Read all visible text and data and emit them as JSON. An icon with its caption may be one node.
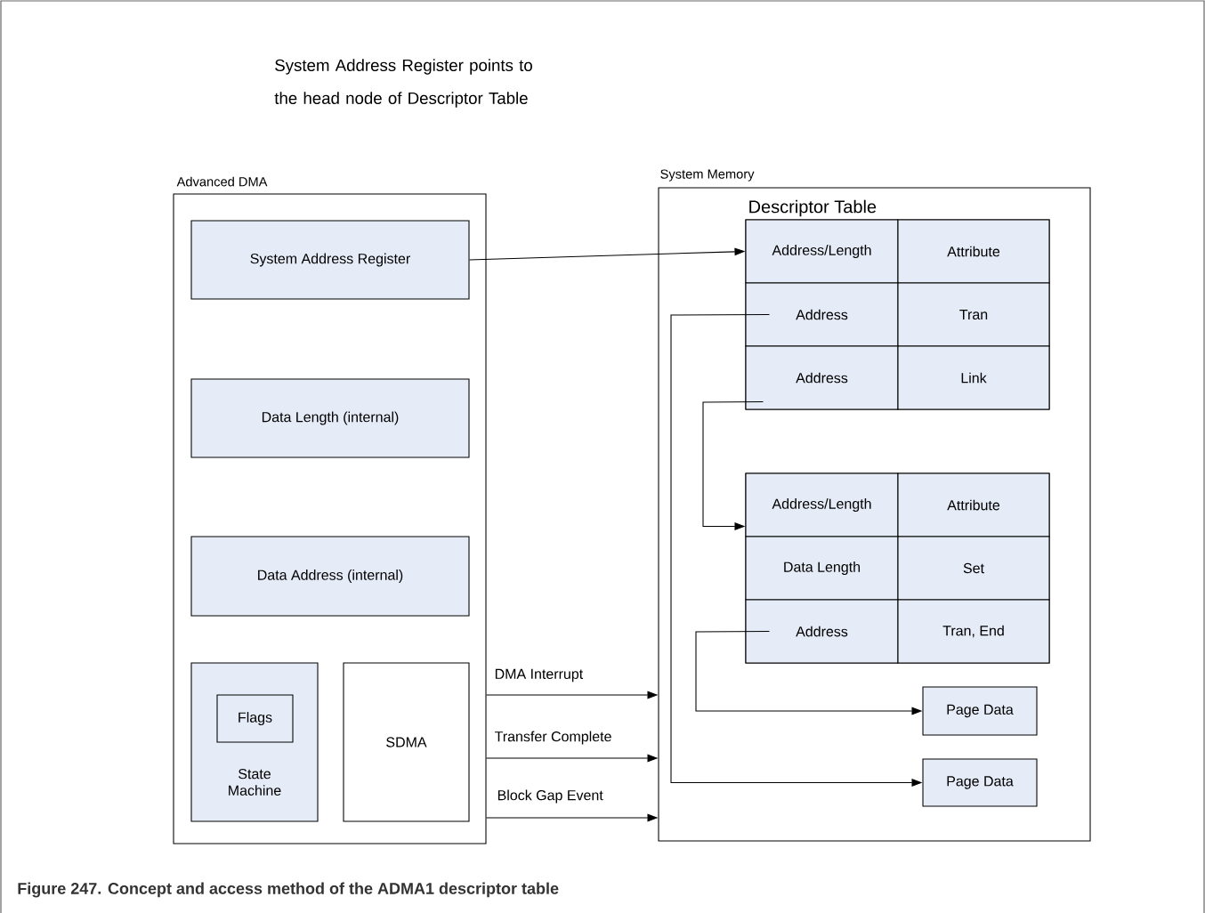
{
  "diagram": {
    "caption": "Figure 247.  Concept and access method of the ADMA1 descriptor table",
    "nodes": [
      {
        "text": [
          "Advanced DMA"
        ]
      },
      {
        "text": [
          "System Address Register"
        ],
        "in": 0
      },
      {
        "text": [
          "Data Length (internal)"
        ],
        "in": 0
      },
      {
        "text": [
          "Data Address (internal)"
        ],
        "in": 0
      },
      {
        "text": [
          "State Machine"
        ],
        "in": 0
      },
      {
        "text": [
          "Flags"
        ],
        "in": 4
      },
      {
        "text": [
          "SDMA"
        ],
        "in": 0
      },
      {
        "text": [
          "System Memory"
        ]
      },
      {
        "text": [
          "Descriptor Table"
        ],
        "in": 7
      },
      {
        "text": [
          "Address/Length"
        ],
        "in": 8
      },
      {
        "text": [
          "Attribute"
        ],
        "in": 8
      },
      {
        "text": [
          "Address"
        ],
        "in": 8
      },
      {
        "text": [
          "Tran"
        ],
        "in": 8
      },
      {
        "text": [
          "Address"
        ],
        "in": 8
      },
      {
        "text": [
          "Link"
        ],
        "in": 8
      },
      {
        "text": [],
        "shape": "box",
        "in": 7
      },
      {
        "text": [
          "Address/Length"
        ],
        "in": 15
      },
      {
        "text": [
          "Attribute"
        ],
        "in": 15
      },
      {
        "text": [
          "Data Length"
        ],
        "in": 15
      },
      {
        "text": [
          "Set"
        ],
        "in": 15
      },
      {
        "text": [
          "Address"
        ],
        "in": 15
      },
      {
        "text": [
          "Tran, End"
        ],
        "in": 15
      },
      {
        "text": [
          "Page Data"
        ],
        "in": 7
      },
      {
        "text": [
          "Page Data"
        ],
        "in": 7
      }
    ],
    "edges": [
      {
        "from": 1,
        "to": 9,
        "arrow": "to"
      },
      {
        "from": 11,
        "to": 23,
        "arrow": "to"
      },
      {
        "from": 13,
        "to": 16,
        "arrow": "to"
      },
      {
        "from": 20,
        "to": 22,
        "arrow": "to"
      },
      {
        "from": 0,
        "to": 7,
        "arrow": "to",
        "label": "DMA Interrupt"
      },
      {
        "from": 0,
        "to": 7,
        "arrow": "to",
        "label": "Transfer Complete"
      },
      {
        "from": 0,
        "to": 7,
        "arrow": "to",
        "label": "Block Gap Event"
      }
    ],
    "labels": [
      "System Address Register points to the head node of Descriptor Table"
    ]
  }
}
